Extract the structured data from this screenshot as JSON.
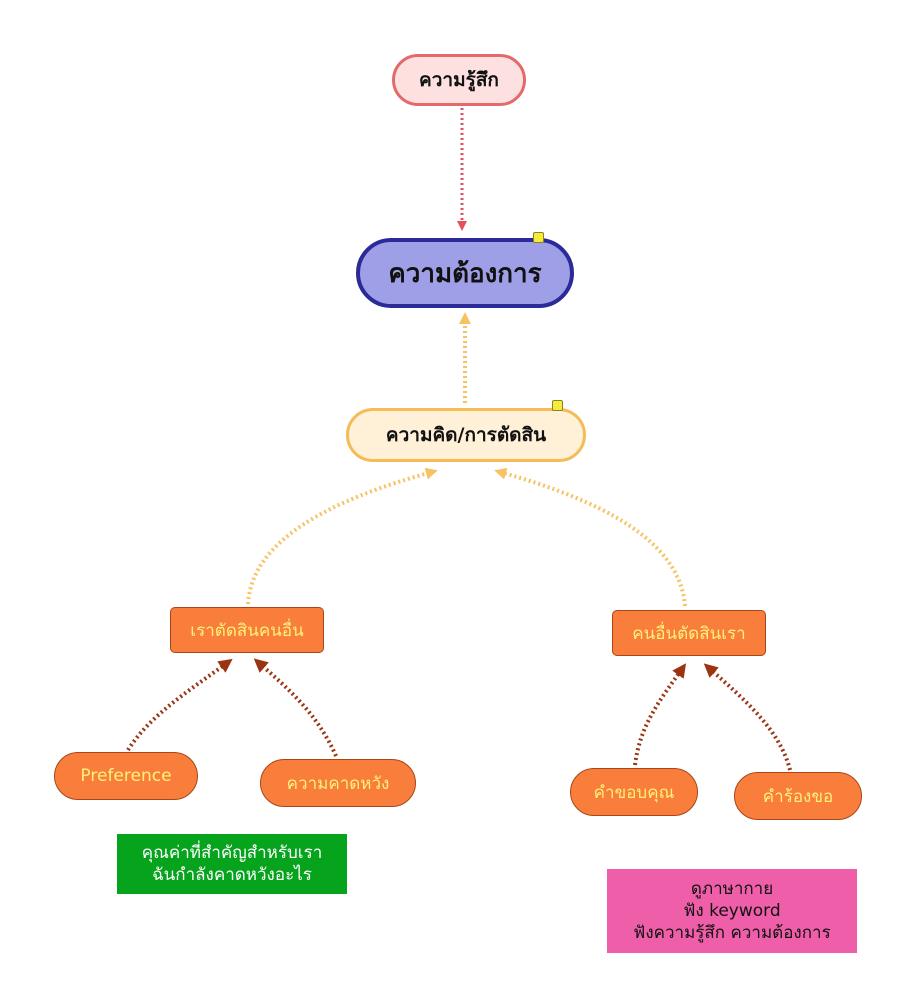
{
  "nodes": {
    "feeling": "ความรู้สึก",
    "need": "ความต้องการ",
    "thinking": "ความคิด/การตัดสิน",
    "we_judge_others": "เราตัดสินคนอื่น",
    "others_judge_us": "คนอื่นตัดสินเรา",
    "preference": "Preference",
    "expectation": "ความคาดหวัง",
    "gratitude": "คำขอบคุณ",
    "request": "คำร้องขอ"
  },
  "notes": {
    "left": [
      "คุณค่าที่สำคัญสำหรับเรา",
      "ฉันกำลังคาดหวังอะไร"
    ],
    "right": [
      "ดูภาษากาย",
      "ฟัง keyword",
      "ฟังความรู้สึก ความต้องการ"
    ]
  },
  "colors": {
    "feeling_edge": "#e0505e",
    "thinking_edge": "#f7c264",
    "leaf_edge": "#9a3412",
    "note_green": "#06a31d",
    "note_pink": "#ef5ea8"
  }
}
